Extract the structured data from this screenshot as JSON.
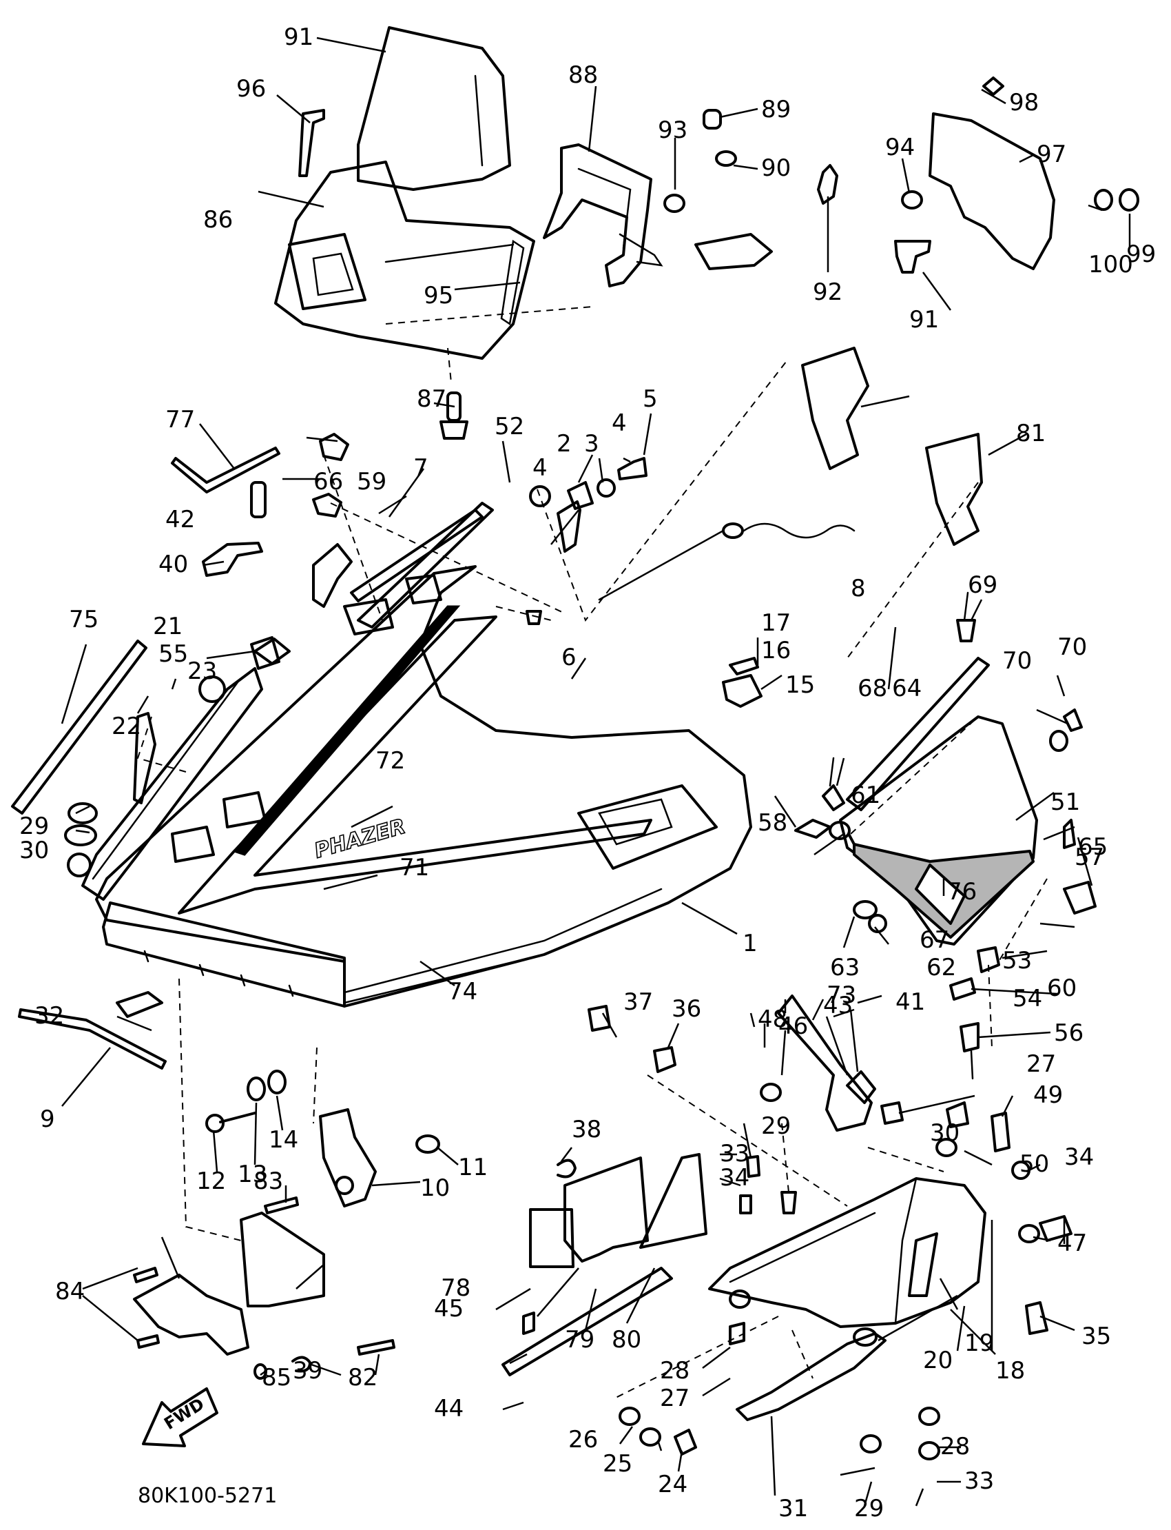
{
  "diagram": {
    "drawing_number": "80K100-5271",
    "hood_logo": "PHAZER",
    "direction_arrow": "FWD",
    "callouts": [
      "1",
      "2",
      "3",
      "4",
      "4",
      "5",
      "6",
      "7",
      "8",
      "9",
      "10",
      "11",
      "12",
      "13",
      "14",
      "15",
      "16",
      "17",
      "18",
      "19",
      "20",
      "21",
      "22",
      "23",
      "24",
      "25",
      "26",
      "27",
      "27",
      "28",
      "28",
      "29",
      "29",
      "29",
      "30",
      "30",
      "31",
      "32",
      "33",
      "33",
      "34",
      "34",
      "35",
      "36",
      "37",
      "38",
      "39",
      "40",
      "41",
      "42",
      "43",
      "44",
      "45",
      "46",
      "47",
      "48",
      "49",
      "50",
      "51",
      "52",
      "53",
      "54",
      "55",
      "56",
      "57",
      "58",
      "59",
      "60",
      "61",
      "62",
      "63",
      "64",
      "65",
      "66",
      "67",
      "68",
      "69",
      "70",
      "70",
      "71",
      "72",
      "73",
      "74",
      "75",
      "76",
      "77",
      "78",
      "79",
      "80",
      "81",
      "82",
      "83",
      "84",
      "85",
      "86",
      "87",
      "88",
      "89",
      "90",
      "91",
      "91",
      "92",
      "93",
      "94",
      "95",
      "96",
      "97",
      "98",
      "99",
      "100"
    ]
  }
}
